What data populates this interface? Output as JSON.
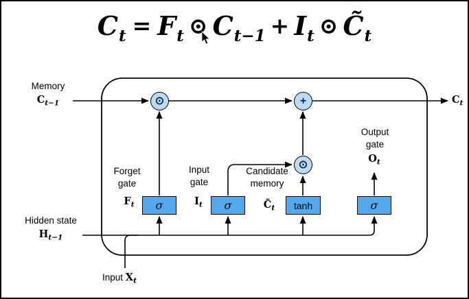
{
  "formula": {
    "lhs": "C",
    "lhs_sub": "t",
    "eq": "=",
    "f": "F",
    "f_sub": "t",
    "odot1": "⊙",
    "cprev": "C",
    "cprev_sub": "t−1",
    "plus": "+",
    "i": "I",
    "i_sub": "t",
    "odot2": "⊙",
    "ctilde": "C̃",
    "ctilde_sub": "t"
  },
  "cell": {
    "memory_label": "Memory",
    "memory_var": "C",
    "memory_sub": "t−1",
    "hidden_label": "Hidden state",
    "hidden_var": "H",
    "hidden_sub": "t−1",
    "input_label": "Input",
    "input_var": "X",
    "input_sub": "t",
    "output_var": "C",
    "output_sub": "t",
    "forget": {
      "line1": "Forget",
      "line2": "gate",
      "var": "F",
      "sub": "t",
      "box": "σ"
    },
    "input_gate": {
      "line1": "Input",
      "line2": "gate",
      "var": "I",
      "sub": "t",
      "box": "σ"
    },
    "candidate": {
      "line1": "Candidate",
      "line2": "memory",
      "var": "C̃",
      "sub": "t",
      "box": "tanh"
    },
    "output_gate": {
      "line1": "Output",
      "line2": "gate",
      "var": "O",
      "sub": "t",
      "box": "σ"
    },
    "op_mul1": "⊙",
    "op_add": "+",
    "op_mul2": "⊙"
  },
  "colors": {
    "box_fill": "#54a9ec",
    "circle_fill": "#bcdaf3",
    "line": "#000000"
  }
}
